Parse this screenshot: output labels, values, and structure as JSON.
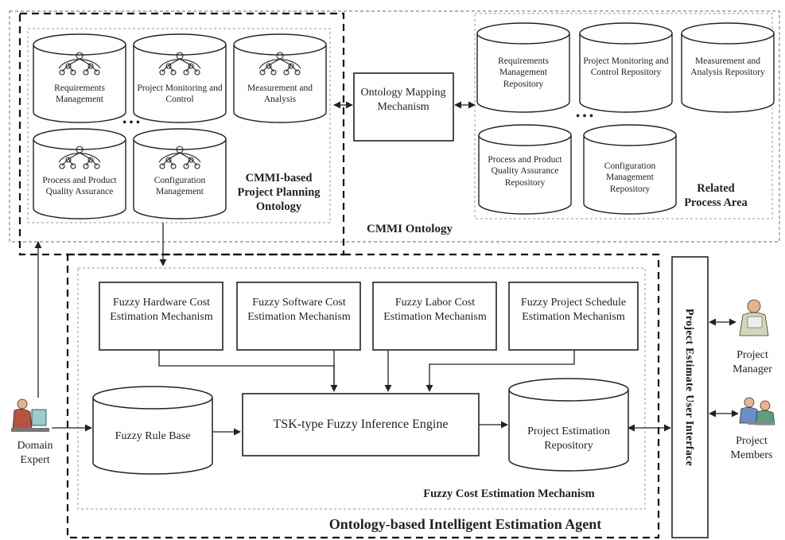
{
  "cmmi_repos": [
    "Requirements Management",
    "Project Monitoring and Control",
    "Measurement and Analysis",
    "Process and Product Quality Assurance",
    "Configuration Management"
  ],
  "ellipsis": "• • •",
  "ontology_group_label": "CMMI-based Project Planning Ontology",
  "mapping_label": "Ontology Mapping Mechanism",
  "related_repos": [
    "Requirements Management Repository",
    "Project Monitoring and Control Repository",
    "Measurement and Analysis Repository",
    "Process and Product Quality Assurance Repository",
    "Configuration Management Repository"
  ],
  "related_area_label": "Related Process Area",
  "cmmi_ontology_label": "CMMI Ontology",
  "fuzzy_mechanisms": [
    "Fuzzy Hardware Cost Estimation Mechanism",
    "Fuzzy Software Cost Estimation Mechanism",
    "Fuzzy Labor Cost Estimation Mechanism",
    "Fuzzy Project Schedule Estimation Mechanism"
  ],
  "rule_base_label": "Fuzzy Rule Base",
  "inference_engine_label": "TSK-type Fuzzy Inference Engine",
  "estimation_repo_label": "Project Estimation Repository",
  "fuzzy_cost_label": "Fuzzy Cost Estimation Mechanism",
  "agent_label": "Ontology-based Intelligent Estimation Agent",
  "ui_label": "Project Estimate User Interface",
  "actors": {
    "domain_expert": "Domain Expert",
    "project_manager": "Project Manager",
    "project_members": "Project Members"
  }
}
